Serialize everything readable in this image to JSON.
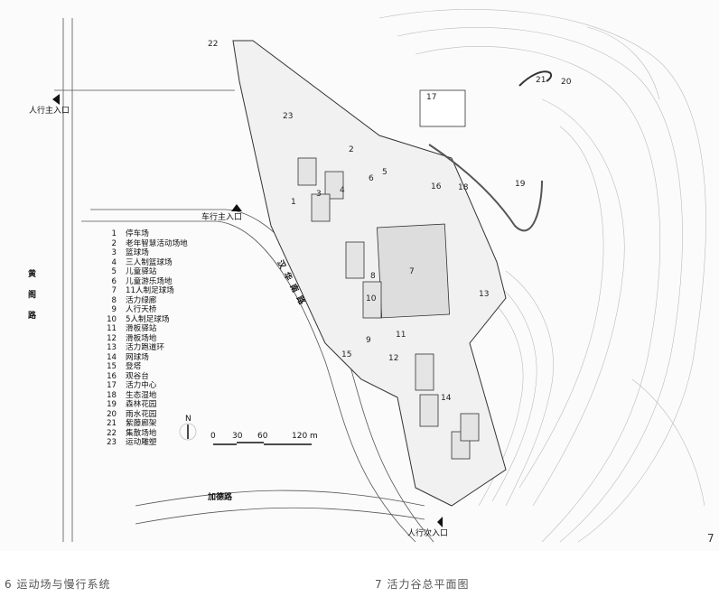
{
  "entrances": {
    "ped_main": "人行主入口",
    "car_main": "车行主入口",
    "ped_secondary": "人行次入口"
  },
  "roads": {
    "west": "黄阁路",
    "middle": "汉华南路",
    "south": "加德路"
  },
  "site_labels": [
    "1",
    "2",
    "3",
    "4",
    "5",
    "6",
    "7",
    "8",
    "9",
    "10",
    "11",
    "12",
    "13",
    "14",
    "15",
    "16",
    "17",
    "18",
    "19",
    "20",
    "21",
    "22",
    "23"
  ],
  "legend": [
    {
      "n": "1",
      "t": "停车场"
    },
    {
      "n": "2",
      "t": "老年智慧活动场地"
    },
    {
      "n": "3",
      "t": "篮球场"
    },
    {
      "n": "4",
      "t": "三人制篮球场"
    },
    {
      "n": "5",
      "t": "儿童驿站"
    },
    {
      "n": "6",
      "t": "儿童游乐场地"
    },
    {
      "n": "7",
      "t": "11人制足球场"
    },
    {
      "n": "8",
      "t": "活力绿廊"
    },
    {
      "n": "9",
      "t": "人行天桥"
    },
    {
      "n": "10",
      "t": "5人制足球场"
    },
    {
      "n": "11",
      "t": "滑板驿站"
    },
    {
      "n": "12",
      "t": "滑板场地"
    },
    {
      "n": "13",
      "t": "活力跑道环"
    },
    {
      "n": "14",
      "t": "网球场"
    },
    {
      "n": "15",
      "t": "登塔"
    },
    {
      "n": "16",
      "t": "观谷台"
    },
    {
      "n": "17",
      "t": "活力中心"
    },
    {
      "n": "18",
      "t": "生态湿地"
    },
    {
      "n": "19",
      "t": "森林花园"
    },
    {
      "n": "20",
      "t": "雨水花园"
    },
    {
      "n": "21",
      "t": "紫藤廊架"
    },
    {
      "n": "22",
      "t": "集散场地"
    },
    {
      "n": "23",
      "t": "运动雕塑"
    }
  ],
  "north": "N",
  "scale": {
    "ticks": [
      "0",
      "30",
      "60",
      "120 m"
    ]
  },
  "page_number": "7",
  "captions": {
    "left": "6 运动场与慢行系统",
    "right": "7 活力谷总平面图"
  }
}
